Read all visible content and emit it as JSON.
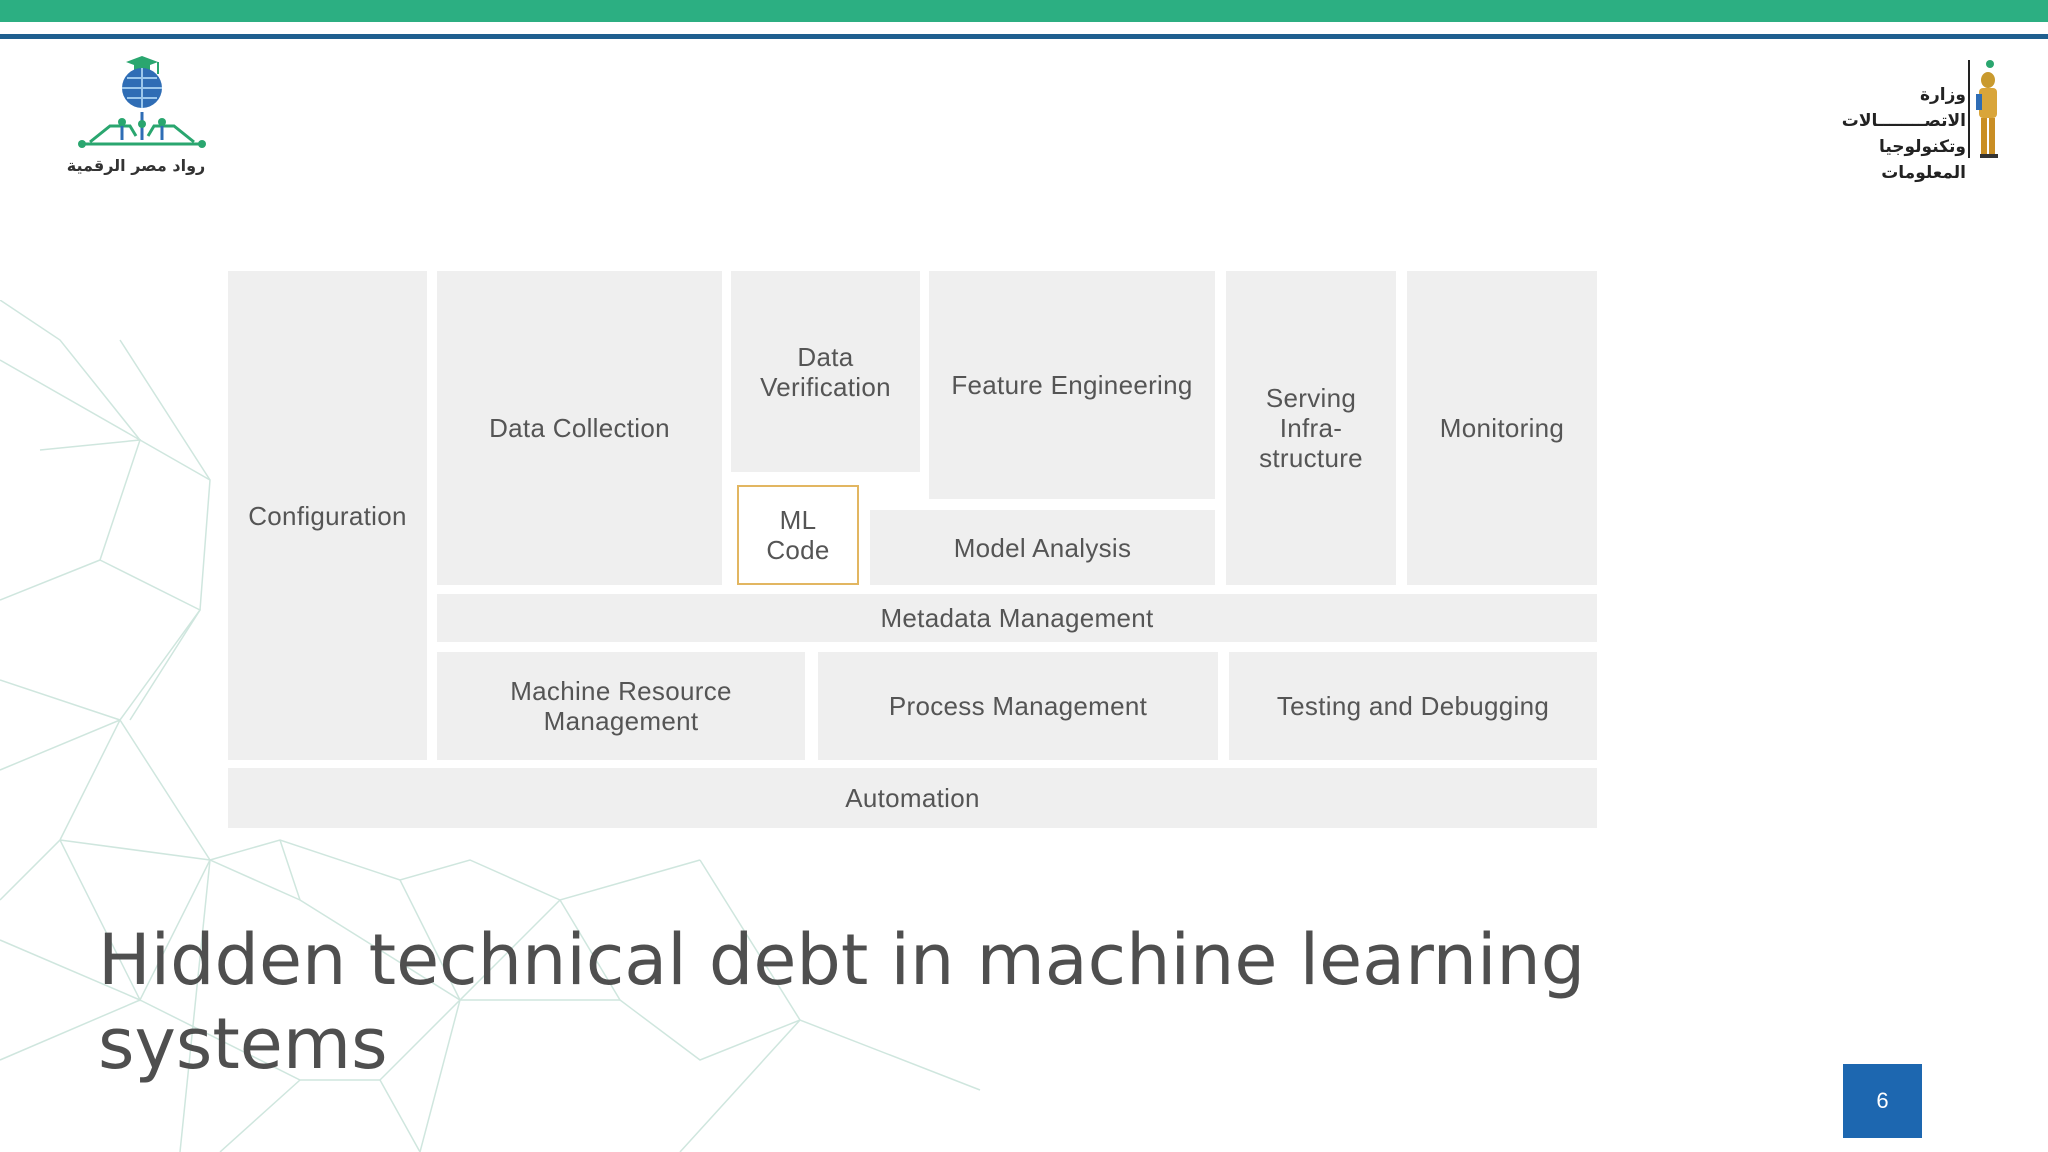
{
  "header": {
    "left_logo_text": "رواد مصر الرقمية",
    "right_logo_line1": "وزارة الاتصــــــــالات",
    "right_logo_line2": "وتكنولوجيا المعلومات"
  },
  "diagram": {
    "configuration": "Configuration",
    "data_collection": "Data Collection",
    "data_verification": "Data\nVerification",
    "feature_engineering": "Feature Engineering",
    "serving_infrastructure": "Serving\nInfra-\nstructure",
    "monitoring": "Monitoring",
    "ml_code": "ML\nCode",
    "model_analysis": "Model Analysis",
    "metadata_management": "Metadata Management",
    "machine_resource_management": "Machine Resource\nManagement",
    "process_management": "Process Management",
    "testing_debugging": "Testing and Debugging",
    "automation": "Automation"
  },
  "slide": {
    "title": "Hidden technical debt in machine learning systems",
    "page_number": "6"
  },
  "colors": {
    "top_bar": "#2caf82",
    "top_rule": "#1f5f8f",
    "box_fill": "#efefef",
    "ml_border": "#e2b661",
    "page_badge": "#1d67b0"
  }
}
